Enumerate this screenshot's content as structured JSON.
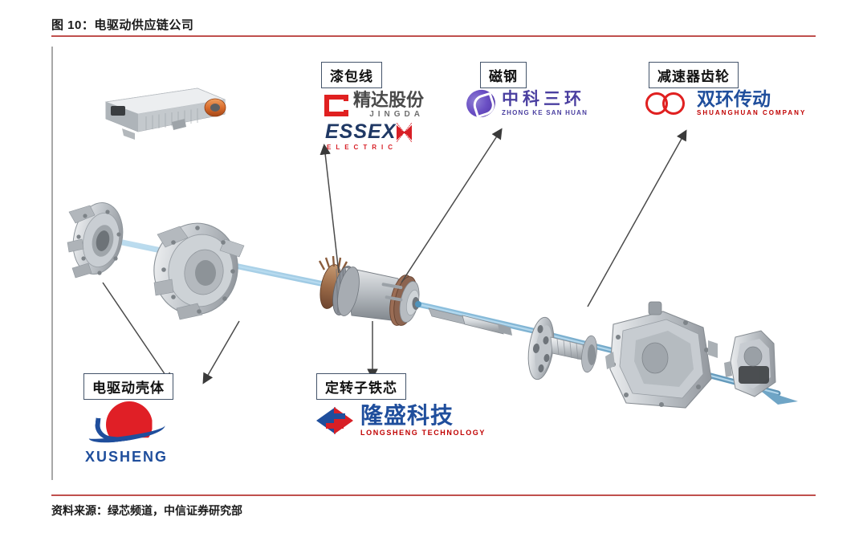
{
  "figure": {
    "title": "图 10：电驱动供应链公司",
    "source": "资料来源：绿芯频道，中信证券研究部",
    "accent_color": "#c0504d",
    "box_border_color": "#44546a"
  },
  "callouts": [
    {
      "id": "enameled-wire",
      "label": "漆包线"
    },
    {
      "id": "magnetic-steel",
      "label": "磁钢"
    },
    {
      "id": "reducer-gear",
      "label": "减速器齿轮"
    },
    {
      "id": "motor-housing",
      "label": "电驱动壳体"
    },
    {
      "id": "stator-rotor-core",
      "label": "定转子铁芯"
    }
  ],
  "logos": {
    "jingda": {
      "cn": "精达股份",
      "en": "JINGDA",
      "color": "#e02020"
    },
    "essex": {
      "cn": "ESSEX",
      "en": "ELECTRIC",
      "color": "#1f3864",
      "accent": "#d81f26"
    },
    "zhongke": {
      "cn": "中科三环",
      "en": "ZHONG KE SAN HUAN",
      "color": "#4a3fa0"
    },
    "shuanghuan": {
      "cn": "双环传动",
      "en": "SHUANGHUAN COMPANY",
      "color": "#1f4e9c",
      "accent": "#e02020"
    },
    "xusheng": {
      "en": "XUSHENG",
      "color": "#1f4e9c",
      "accent": "#e01f26"
    },
    "longsheng": {
      "cn": "隆盛科技",
      "en": "LONGSHENG TECHNOLOGY",
      "color": "#1f4e9c",
      "accent": "#d81f26"
    }
  },
  "diagram": {
    "description": "电驱动系统爆炸图：电机控制器、电驱动壳体、定转子总成、传动轴、减速器壳体与输出端",
    "shaft_color": "#7fb4d8",
    "metal_color": "#b8bcc0",
    "arrow_color": "#3a3a3a"
  }
}
